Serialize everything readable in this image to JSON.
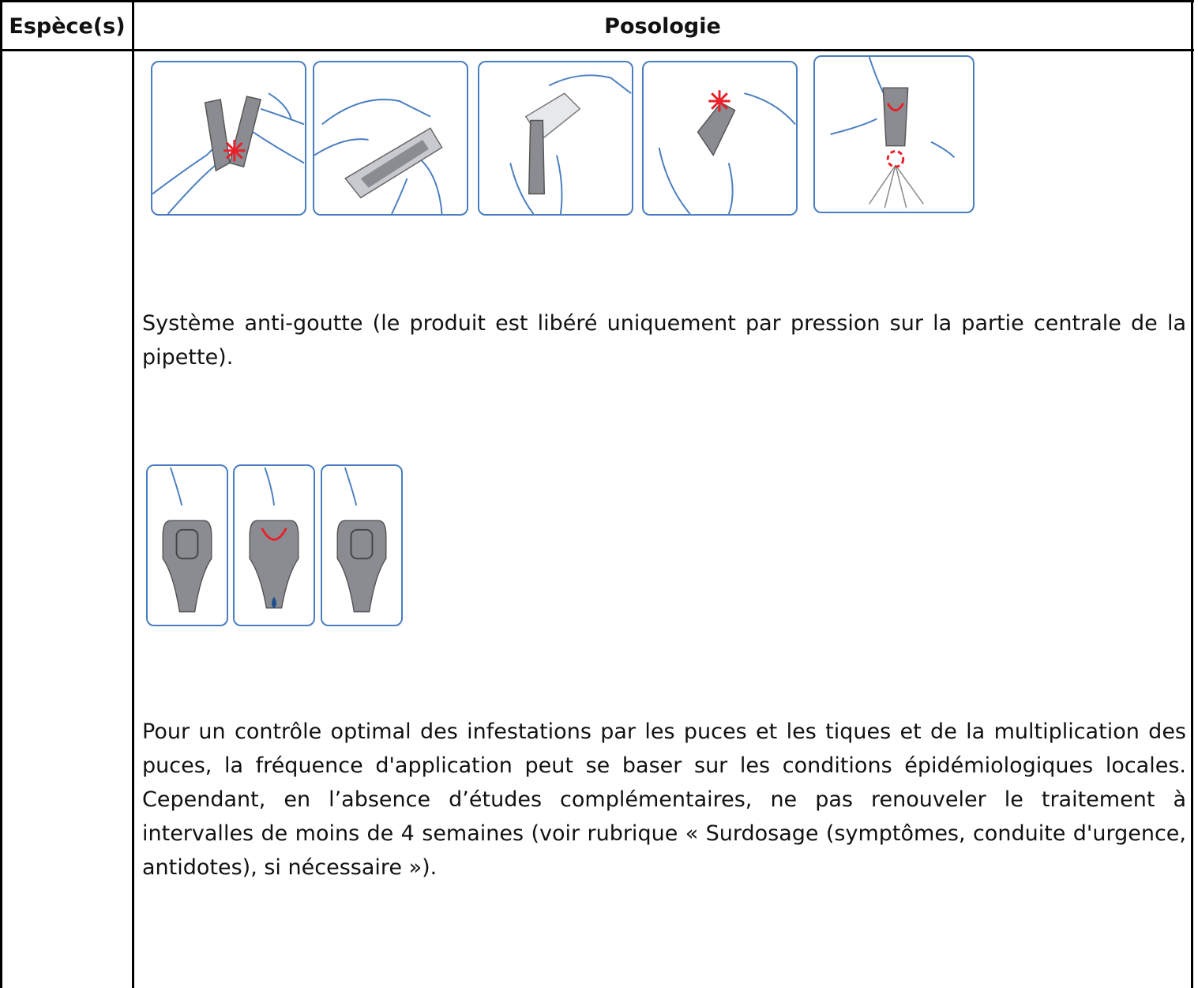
{
  "table": {
    "headers": {
      "species": "Espèce(s)",
      "dosage": "Posologie"
    }
  },
  "content": {
    "paragraph_antidrip": "Système anti-goutte (le produit est libéré uniquement par pression sur la partie centrale de la pipette).",
    "paragraph_frequency": "Pour un contrôle optimal des infestations par les puces et les tiques et de la multiplication des puces, la fréquence d'application peut se baser sur les conditions épidémiologiques locales. Cependant, en l’absence d’études complémentaires, ne pas renouveler le traitement à intervalles de moins de 4 semaines (voir rubrique « Surdosage (symptômes, conduite d'urgence, antidotes), si nécessaire »)."
  },
  "colors": {
    "frame_blue": "#4a7ec0",
    "pipette_gray": "#8a8c92",
    "highlight_red": "#e8202a",
    "drop_blue": "#1f4f8c"
  }
}
